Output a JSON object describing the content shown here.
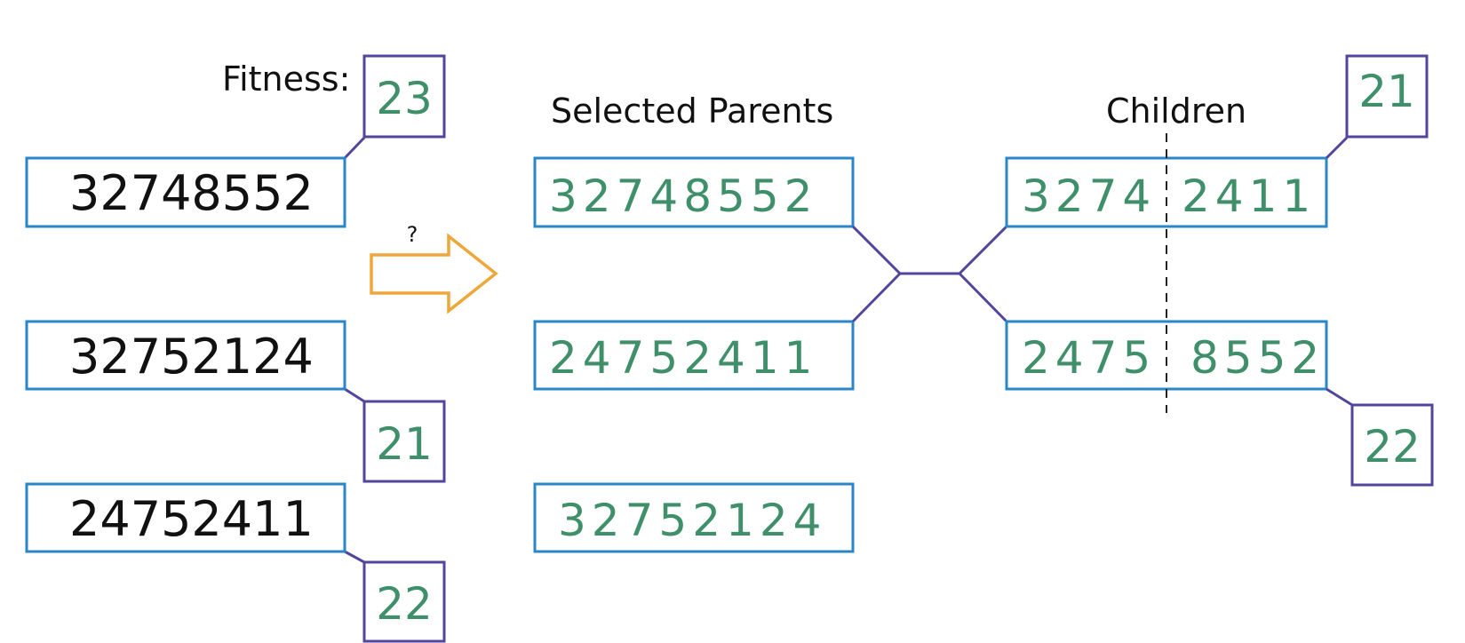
{
  "labels": {
    "fitness": "Fitness:",
    "selected_parents": "Selected Parents",
    "children": "Children",
    "arrow_question": "?"
  },
  "population": [
    {
      "chromosome": "32748552",
      "fitness": "23"
    },
    {
      "chromosome": "32752124",
      "fitness": "21"
    },
    {
      "chromosome": "24752411",
      "fitness": "22"
    }
  ],
  "selected_parents": [
    {
      "chromosome": "32748552"
    },
    {
      "chromosome": "24752411"
    },
    {
      "chromosome": "32752124"
    }
  ],
  "children": [
    {
      "left": "3274",
      "right": "2411",
      "fitness": "21"
    },
    {
      "left": "2475",
      "right": "8552",
      "fitness": "22"
    }
  ],
  "colors": {
    "box_border": "#2a86c6",
    "fitness_border": "#53449c",
    "green_digits": "#3f8f6a",
    "arrow": "#f0a73a"
  }
}
